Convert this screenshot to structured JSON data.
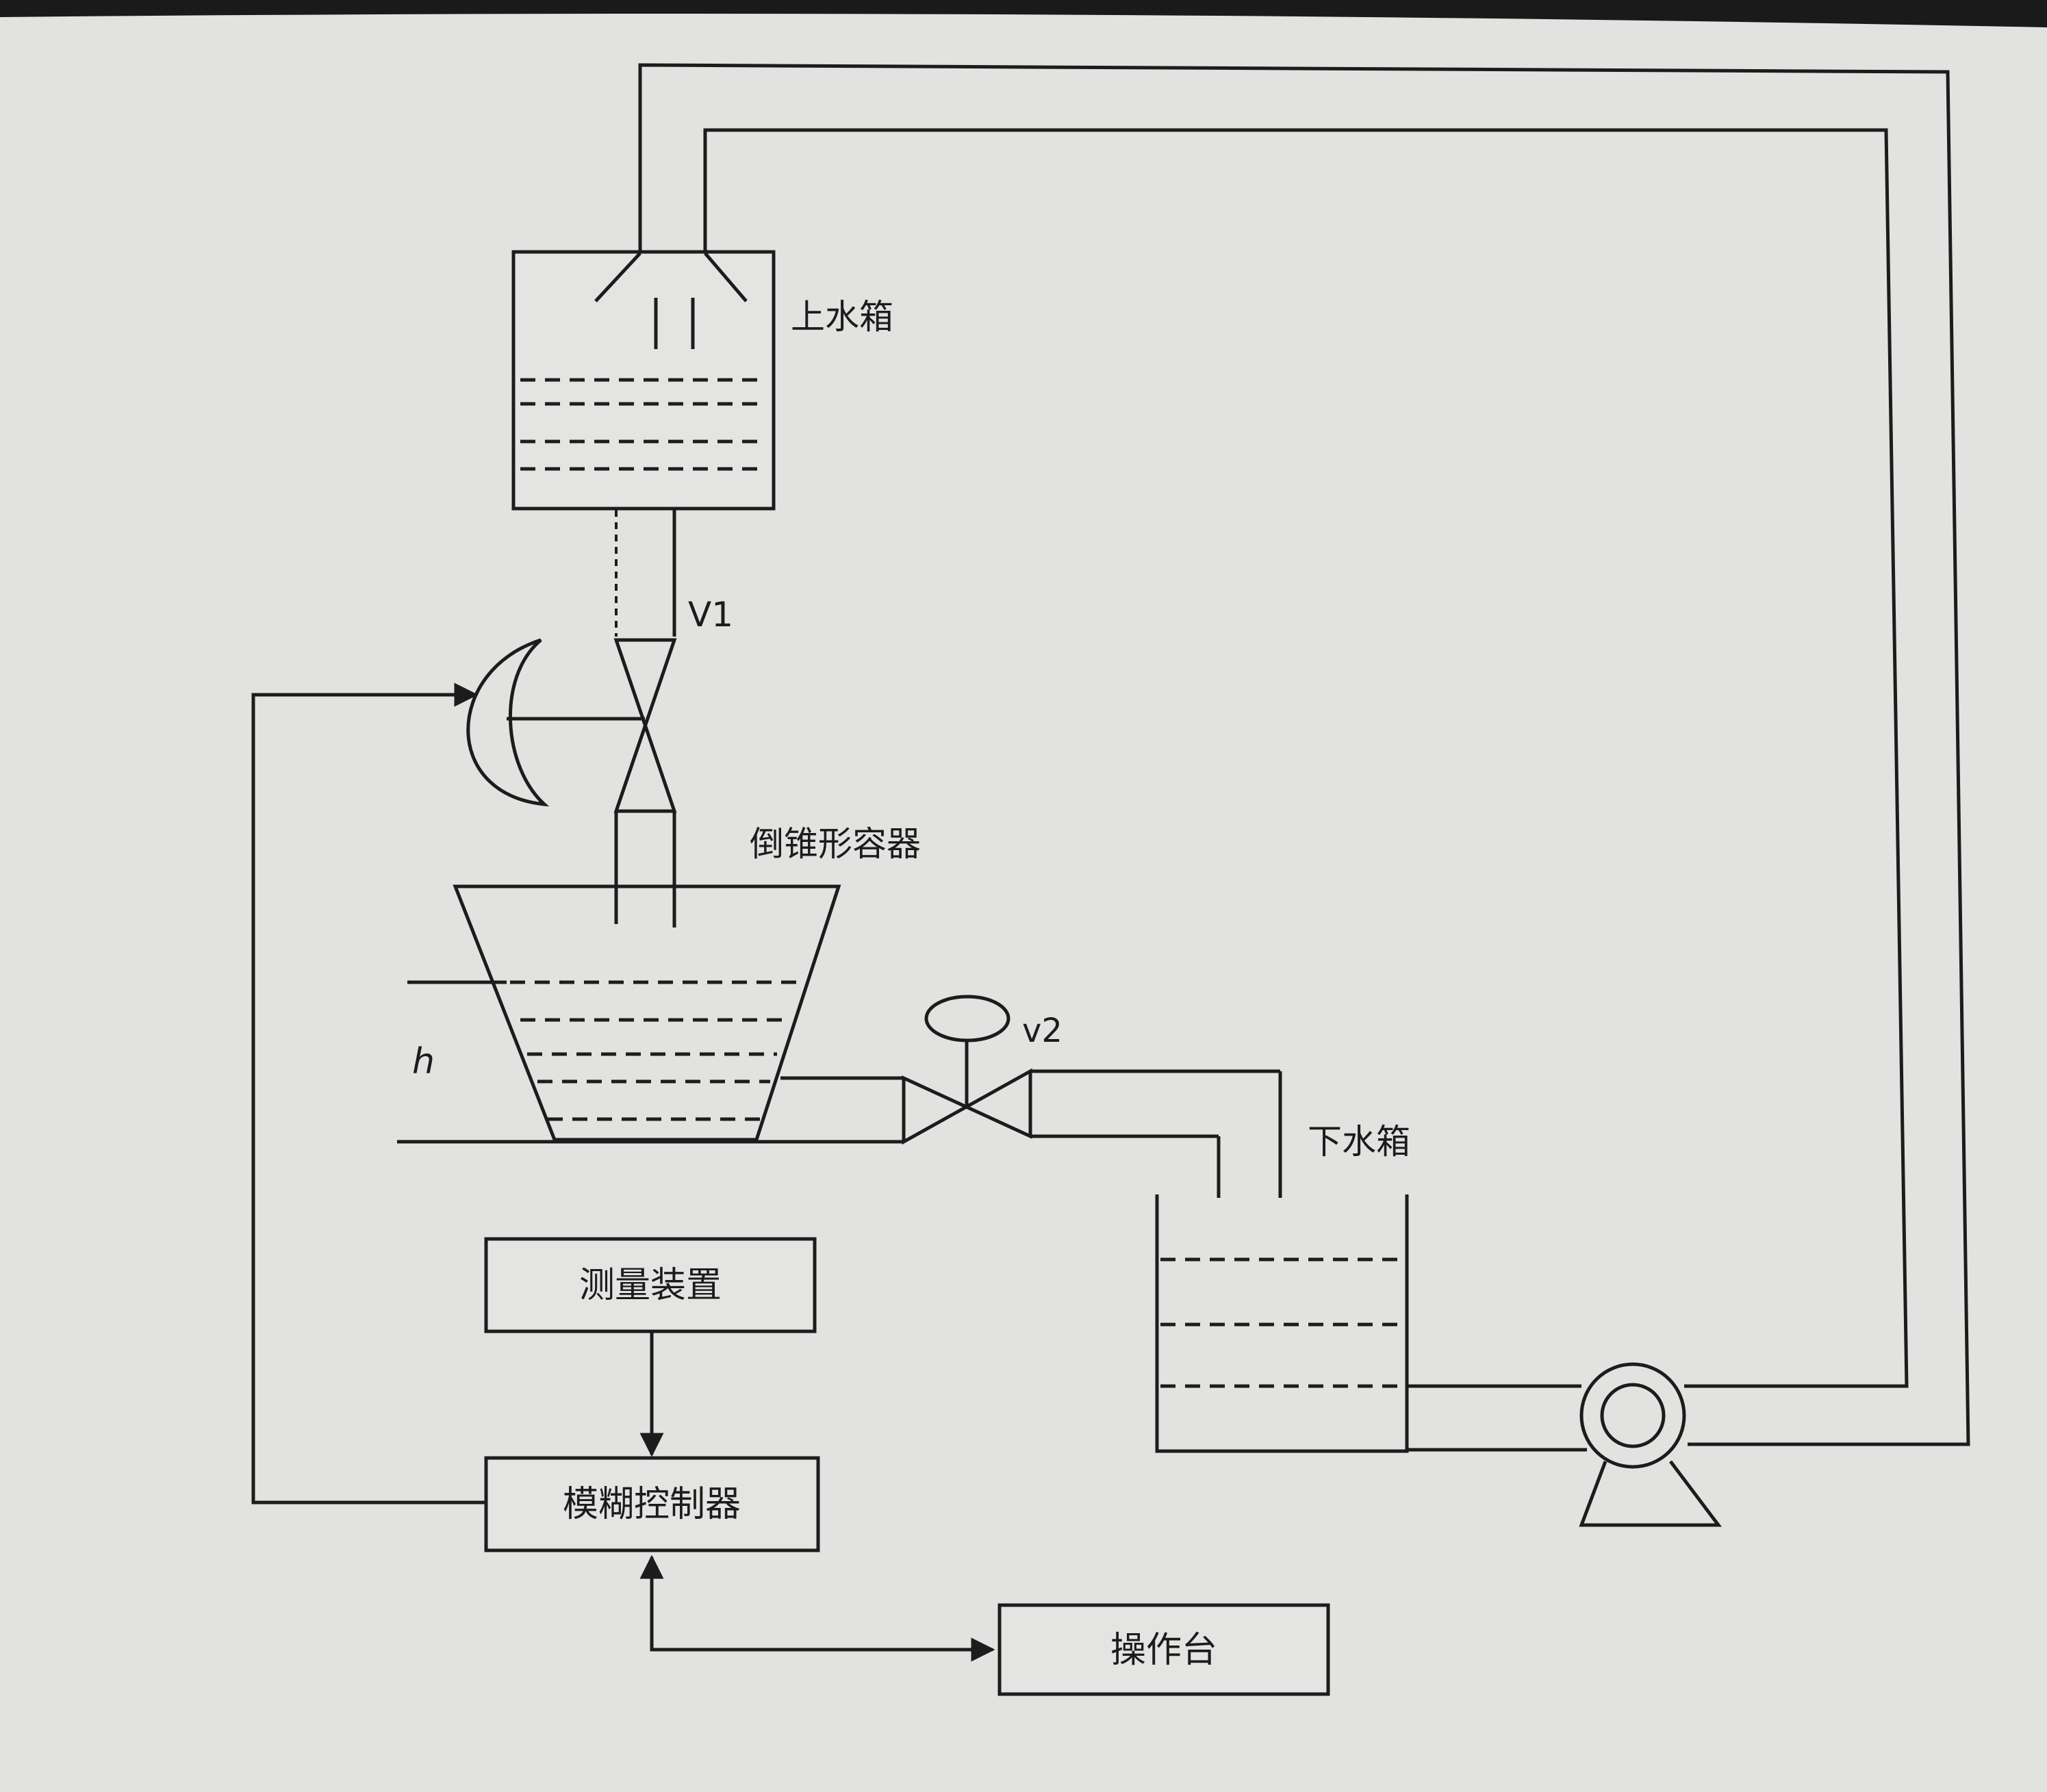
{
  "labels": {
    "upper_tank": "上水箱",
    "valve_v1": "V1",
    "cone_container": "倒锥形容器",
    "valve_v2": "v2",
    "level_h": "h",
    "lower_tank": "下水箱"
  },
  "blocks": {
    "measurement": "测量装置",
    "fuzzy_controller": "模糊控制器",
    "console": "操作台"
  },
  "colors": {
    "ink": "#1c1c1c",
    "paper": "#e2e3e1"
  }
}
